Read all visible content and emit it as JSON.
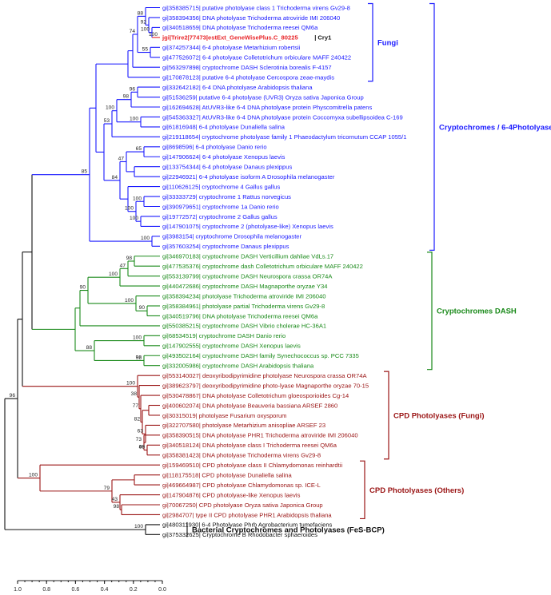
{
  "colors": {
    "blue": "#1a1aff",
    "green": "#1a8a1a",
    "red": "#9a1414",
    "black": "#111111",
    "highlight": "#e8262a"
  },
  "leaves": [
    {
      "label": "gi|358385715| putative photolyase class 1 Trichoderma virens Gv29-8",
      "color": "blue"
    },
    {
      "label": "gi|358394356| DNA photolyase Trichoderma atroviride IMI 206040",
      "color": "blue"
    },
    {
      "label": "gi|340518659| DNA photolyase Trichoderma reesei QM6a",
      "color": "blue"
    },
    {
      "label": "jgi|Trire2|77473|estExt_GeneWisePlus.C_80225",
      "color": "highlight",
      "bold": true,
      "note": "Cry1"
    },
    {
      "label": "gi|374257344| 6-4 photolyase Metarhizium robertsii",
      "color": "blue"
    },
    {
      "label": "gi|477526072| 6-4 photolyase Colletotrichum orbiculare MAFF 240422",
      "color": "blue"
    },
    {
      "label": "gi|563297898| cryptochrome DASH Sclerotinia borealis F-4157",
      "color": "blue"
    },
    {
      "label": "gi|170878123| putative 6-4 photolyase Cercospora zeae-maydis",
      "color": "blue"
    },
    {
      "label": "gi|332642182| 6-4 DNA photolyase Arabidopsis thaliana",
      "color": "blue"
    },
    {
      "label": "gi|51536259| putative 6-4 photolyase (UVR3) Oryza sativa Japonica Group",
      "color": "blue"
    },
    {
      "label": "gi|162694628| AtUVR3-like 6-4 DNA photolyase protein Physcomitrella patens",
      "color": "blue"
    },
    {
      "label": "gi|545363327| AtUVR3-like 6-4 DNA photolyase protein Coccomyxa subellipsoidea C-169",
      "color": "blue"
    },
    {
      "label": "gi|61816948| 6-4 photolyase Dunaliella salina",
      "color": "blue"
    },
    {
      "label": "gi|219118654| cryptochrome photolyase family 1 Phaeodactylum tricornutum CCAP 1055/1",
      "color": "blue"
    },
    {
      "label": "gi|8698596| 6-4 photolyase Danio rerio",
      "color": "blue"
    },
    {
      "label": "gi|147906624| 6-4 photolyase Xenopus laevis",
      "color": "blue"
    },
    {
      "label": "gi|133754344| 6-4 photolyase Danaus plexippus",
      "color": "blue"
    },
    {
      "label": "gi|22946921| 6-4 photolyase isoform A Drosophila melanogaster",
      "color": "blue"
    },
    {
      "label": "gi|110626125| cryptochrome 4 Gallus gallus",
      "color": "blue"
    },
    {
      "label": "gi|33333729| cryptochrome 1 Rattus norvegicus",
      "color": "blue"
    },
    {
      "label": "gi|390979651| cryptochrome 1a Danio rerio",
      "color": "blue"
    },
    {
      "label": "gi|19772572| cryptochrome 2 Gallus gallus",
      "color": "blue"
    },
    {
      "label": "gi|147901075| cryptochrome 2 (photolyase-like) Xenopus laevis",
      "color": "blue"
    },
    {
      "label": "gi|3983154| cryptochrome Drosophila melanogaster",
      "color": "blue"
    },
    {
      "label": "gi|357603254| cryptochrome Danaus plexippus",
      "color": "blue"
    },
    {
      "label": "gi|346970183| cryptochrome DASH Verticillium dahliae VdLs.17",
      "color": "green"
    },
    {
      "label": "gi|477535376| cryptochrome dash Colletotrichum orbiculare MAFF 240422",
      "color": "green"
    },
    {
      "label": "gi|553139799| cryptochrome DASH Neurospora crassa OR74A",
      "color": "green"
    },
    {
      "label": "gi|440472686| cryptochrome DASH Magnaporthe oryzae Y34",
      "color": "green"
    },
    {
      "label": "gi|358394234| photolyase Trichoderma atroviride IMI 206040",
      "color": "green"
    },
    {
      "label": "gi|358384961| photolyase partial Trichoderma virens Gv29-8",
      "color": "green"
    },
    {
      "label": "gi|340519796| DNA photolyase Trichoderma reesei QM6a",
      "color": "green"
    },
    {
      "label": "gi|550385215| cryptochrome DASH Vibrio cholerae HC-36A1",
      "color": "green"
    },
    {
      "label": "gi|68534519| cryptochrome DASH Danio rerio",
      "color": "green"
    },
    {
      "label": "gi|147902555| cryptochrome DASH Xenopus laevis",
      "color": "green"
    },
    {
      "label": "gi|493502164| cryptochrome DASH family Synechococcus sp. PCC 7335",
      "color": "green"
    },
    {
      "label": "gi|332005986| cryptochrome DASH Arabidopsis thaliana",
      "color": "green"
    },
    {
      "label": "gi|553140027| deoxyribodipyrimidine photolyase Neurospora crassa OR74A",
      "color": "red"
    },
    {
      "label": "gi|389623797| deoxyribodipyrimidine photo-lyase Magnaporthe oryzae 70-15",
      "color": "red"
    },
    {
      "label": "gi|530478867| DNA photolyase Colletotrichum gloeosporioides Cg-14",
      "color": "red"
    },
    {
      "label": "gi|400602074| DNA photolyase Beauveria bassiana ARSEF 2860",
      "color": "red"
    },
    {
      "label": "gi|30315019| photolyase Fusarium oxysporum",
      "color": "red"
    },
    {
      "label": "gi|322707580| photolyase Metarhizium anisopliae ARSEF 23",
      "color": "red"
    },
    {
      "label": "gi|358390515| DNA photolyase PHR1 Trichoderma atroviride IMI 206040",
      "color": "red"
    },
    {
      "label": "gi|340518124| DNA photolyase class I Trichoderma reesei QM6a",
      "color": "red"
    },
    {
      "label": "gi|358381423| DNA photolyase Trichoderma virens Gv29-8",
      "color": "red"
    },
    {
      "label": "gi|159469510| CPD photolyase class II Chlamydomonas reinhardtii",
      "color": "red"
    },
    {
      "label": "gi|118175518| CPD photolyase Dunaliella salina",
      "color": "red"
    },
    {
      "label": "gi|469664987| CPD photolyase Chlamydomonas sp. ICE-L",
      "color": "red"
    },
    {
      "label": "gi|147904876| CPD photolyase-like Xenopus laevis",
      "color": "red"
    },
    {
      "label": "gi|70067250| CPD photolyase Oryza sativa Japonica Group",
      "color": "red"
    },
    {
      "label": "gi|2984707| type II CPD photolyase PHR1 Arabidopsis thaliana",
      "color": "red"
    },
    {
      "label": "gi|480311930| 6-4 Photolyase Phrb Agrobacterium tumefaciens",
      "color": "black"
    },
    {
      "label": "gi|375332625| Cryptochrome B Rhodobacter sphaeroides",
      "color": "black"
    }
  ],
  "groups": [
    {
      "name": "Fungi",
      "color": "blue",
      "from": 0,
      "to": 7
    },
    {
      "name": "Cryptochromes / 6-4Photolyases",
      "color": "blue",
      "from": 0,
      "to": 24
    },
    {
      "name": "Cryptochromes DASH",
      "color": "green",
      "from": 25,
      "to": 36
    },
    {
      "name": "CPD Photolyases (Fungi)",
      "color": "red",
      "from": 37,
      "to": 45
    },
    {
      "name": "CPD Photolyases (Others)",
      "color": "red",
      "from": 46,
      "to": 51
    },
    {
      "name": "Bacterial Cryptochromes and Photolyases (FeS-BCP)",
      "color": "black",
      "from": 52,
      "to": 53
    }
  ],
  "bootstrap": [
    "88",
    "92",
    "100",
    "100",
    "55",
    "74",
    "85",
    "100",
    "96",
    "98",
    "53",
    "100",
    "65",
    "47",
    "84",
    "100",
    "100",
    "100",
    "100",
    "98",
    "47",
    "100",
    "90",
    "100",
    "90",
    "100",
    "88",
    "96",
    "92",
    "100",
    "38",
    "77",
    "82",
    "63",
    "73",
    "99",
    "48",
    "100",
    "96",
    "79",
    "43",
    "98",
    "100"
  ],
  "axis": {
    "ticks": [
      "1.0",
      "0.8",
      "0.6",
      "0.4",
      "0.2",
      "0.0"
    ]
  }
}
